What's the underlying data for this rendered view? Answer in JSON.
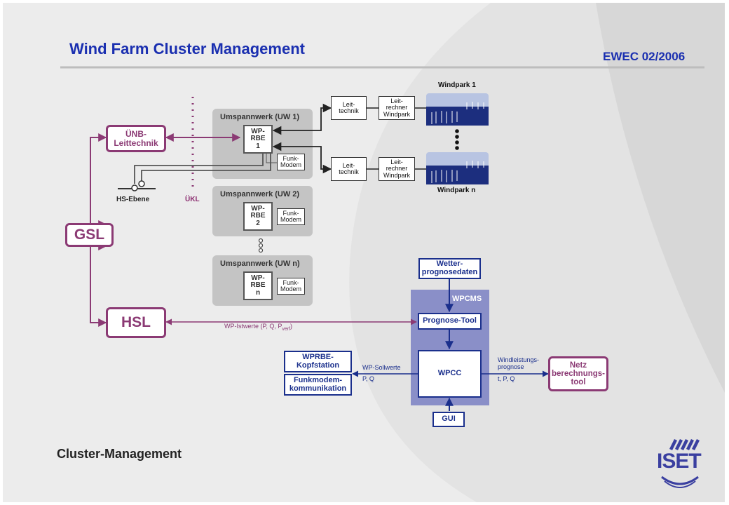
{
  "header": {
    "title": "Wind Farm Cluster Management",
    "event": "EWEC 02/2006"
  },
  "footer": {
    "label": "Cluster-Management"
  },
  "logo": {
    "text": "ISET"
  },
  "substations": [
    {
      "title": "Umspannwerk (UW 1)",
      "rbe": "WP-\nRBE\n1",
      "modem": "Funk-\nModem"
    },
    {
      "title": "Umspannwerk (UW 2)",
      "rbe": "WP-\nRBE\n2",
      "modem": "Funk-\nModem"
    },
    {
      "title": "Umspannwerk (UW n)",
      "rbe": "WP-\nRBE\nn",
      "modem": "Funk-\nModem"
    }
  ],
  "grid": {
    "uenb": "ÜNB-\nLeittechnik",
    "gsl": "GSL",
    "hsl": "HSL",
    "hs_ebene": "HS-Ebene",
    "ukl": "ÜKL"
  },
  "windparks": [
    {
      "name": "Windpark 1",
      "leittechnik": "Leit-\ntechnik",
      "leitrechner": "Leit-\nrechner\nWindpark"
    },
    {
      "name": "Windpark n",
      "leittechnik": "Leit-\ntechnik",
      "leitrechner": "Leit-\nrechner\nWindpark"
    }
  ],
  "wpcms": {
    "label": "WPCMS",
    "weather": "Wetter-\nprognosedaten",
    "prognose_tool": "Prognose-Tool",
    "wpcc": "WPCC",
    "gui": "GUI"
  },
  "wprbe": {
    "kopf": "WPRBE-\nKopfstation",
    "funk": "Funkmodem-\nkommunikation"
  },
  "netz": "Netz\nberechnungs-\ntool",
  "flows": {
    "istwerte": "WP-Istwerte (P, Q, P",
    "istwerte_sub": "verf",
    "istwerte_end": ")",
    "sollwerte_1": "WP-Sollwerte",
    "sollwerte_2": "P, Q",
    "windleistung_1": "Windleistungs-",
    "windleistung_2": "prognose",
    "windleistung_3": "t, P, Q"
  },
  "colors": {
    "title_blue": "#1a2fb0",
    "accent_purple": "#8b3a74",
    "wpcms_fill": "#8a8fc8",
    "navy": "#1a2f8c",
    "substation_gray": "#c4c4c4",
    "background_gray": "#e3e3e3"
  }
}
